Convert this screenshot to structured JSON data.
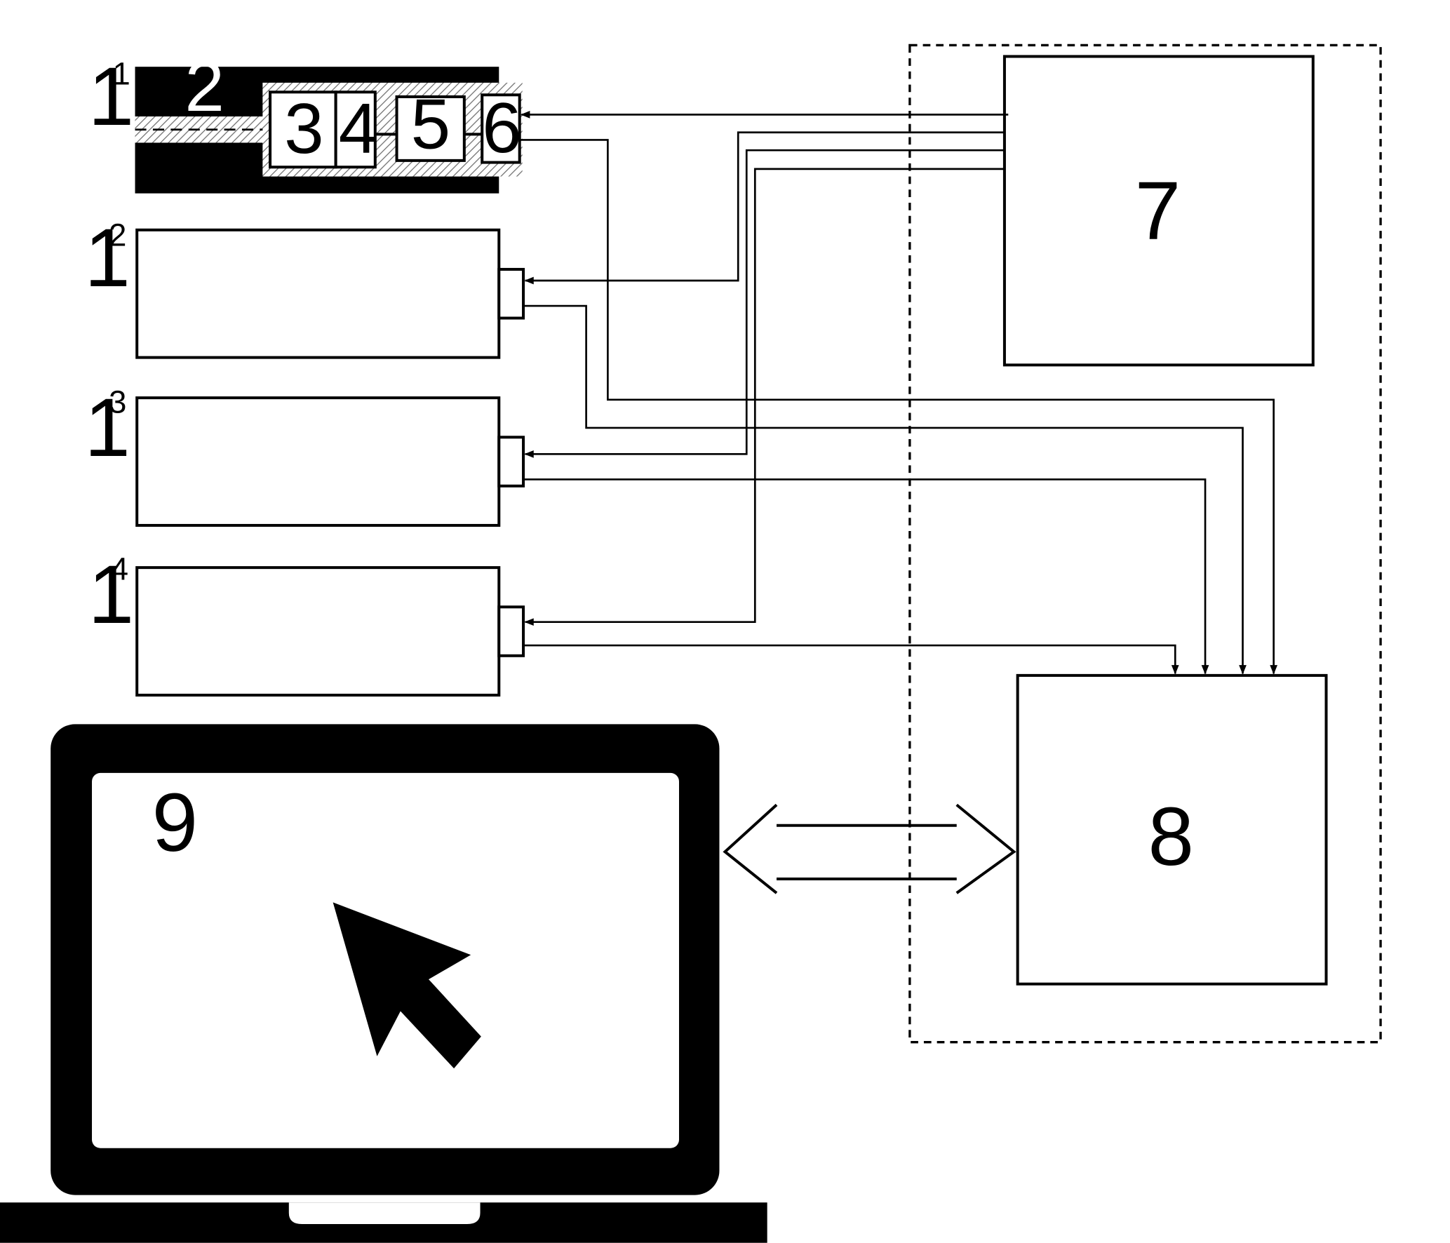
{
  "labels": {
    "sensor_1": {
      "base": "1",
      "sup": "1"
    },
    "sensor_2": {
      "base": "1",
      "sup": "2"
    },
    "sensor_3": {
      "base": "1",
      "sup": "3"
    },
    "sensor_4": {
      "base": "1",
      "sup": "4"
    },
    "fiber": "2",
    "element_3": "3",
    "element_4": "4",
    "element_5": "5",
    "element_6": "6",
    "block_7": "7",
    "block_8": "8",
    "computer": "9"
  }
}
